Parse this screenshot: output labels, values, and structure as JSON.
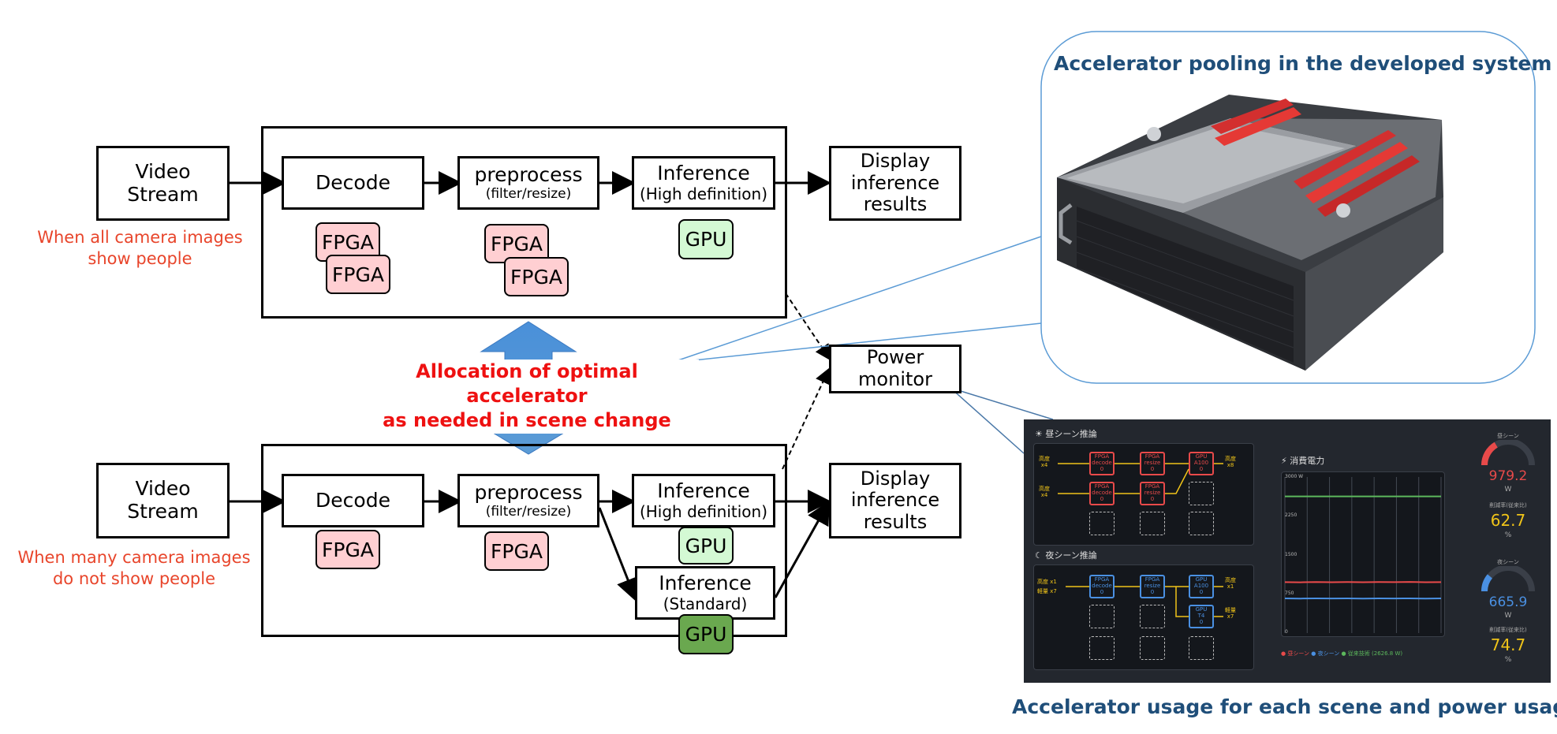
{
  "diagram": {
    "top_row": {
      "video_stream": "Video\nStream",
      "decode": "Decode",
      "preprocess": "preprocess",
      "preprocess_sub": "(filter/resize)",
      "inference": "Inference",
      "inference_sub": "(High definition)",
      "display": "Display\ninference\nresults",
      "note": "When all camera images\nshow people",
      "chip_fpga": "FPGA",
      "chip_gpu": "GPU"
    },
    "bottom_row": {
      "video_stream": "Video\nStream",
      "decode": "Decode",
      "preprocess": "preprocess",
      "preprocess_sub": "(filter/resize)",
      "inference_hd": "Inference",
      "inference_hd_sub": "(High definition)",
      "inference_std": "Inference",
      "inference_std_sub": "(Standard)",
      "display": "Display\ninference\nresults",
      "note": "When many camera images\ndo not show people",
      "chip_fpga": "FPGA",
      "chip_gpu": "GPU"
    },
    "power_monitor": "Power\nmonitor",
    "allocation_text": "Allocation of optimal accelerator\nas needed in scene change",
    "caption_top": "Accelerator pooling in the developed system",
    "caption_bottom": "Accelerator usage for each scene and power usage"
  },
  "dashboard": {
    "day_title": "昼シーン推論",
    "night_title": "夜シーン推論",
    "power_title": "消費電力",
    "day_modules": [
      {
        "label": "FPGA\ndecode\n0"
      },
      {
        "label": "FPGA\nresize\n0"
      },
      {
        "label": "GPU\nA100\n0"
      },
      {
        "label": "FPGA\ndecode\n0"
      },
      {
        "label": "FPGA\nresize\n0"
      }
    ],
    "night_modules": [
      {
        "label": "FPGA\ndecode\n0"
      },
      {
        "label": "FPGA\nresize\n0"
      },
      {
        "label": "GPU\nA100\n0"
      },
      {
        "label": "GPU\nT4\n0"
      }
    ],
    "day_inputs": [
      "高度\nx4",
      "高度\nx4"
    ],
    "day_output": "高度\nx8",
    "night_inputs": [
      "高度 x1",
      "軽量 x7"
    ],
    "night_outputs": [
      "高度\nx1",
      "軽量\nx7"
    ],
    "y_ticks": [
      "3000 W",
      "2250",
      "1500",
      "750",
      "0"
    ],
    "legend": {
      "day": "昼シーン",
      "night": "夜シーン",
      "legacy": "従来技術 (2626.8 W)"
    },
    "gauges": [
      {
        "label": "昼シーン",
        "value": "979.2",
        "unit": "W",
        "sub_label": "削減率(従来比)",
        "rate": "62.7",
        "rate_unit": "%",
        "color": "#e84a4a",
        "level": 0.33
      },
      {
        "label": "夜シーン",
        "value": "665.9",
        "unit": "W",
        "sub_label": "削減率(従来比)",
        "rate": "74.7",
        "rate_unit": "%",
        "color": "#4a90e2",
        "level": 0.22
      }
    ],
    "colors": {
      "day": "#e84a4a",
      "night": "#4a90e2",
      "legacy": "#5cb85c",
      "rate": "#f0c419"
    }
  },
  "chart_data": {
    "type": "line",
    "title": "消費電力",
    "ylabel": "W",
    "ylim": [
      0,
      3000
    ],
    "series": [
      {
        "name": "昼シーン",
        "values": [
          979,
          975,
          982,
          978,
          981,
          977,
          980,
          979,
          983,
          978,
          979
        ]
      },
      {
        "name": "夜シーン",
        "values": [
          666,
          664,
          667,
          665,
          666,
          663,
          667,
          665,
          666,
          664,
          666
        ]
      },
      {
        "name": "従来技術 (2626.8 W)",
        "values": [
          2626.8,
          2626.8,
          2626.8,
          2626.8,
          2626.8,
          2626.8,
          2626.8,
          2626.8,
          2626.8,
          2626.8,
          2626.8
        ]
      }
    ]
  }
}
